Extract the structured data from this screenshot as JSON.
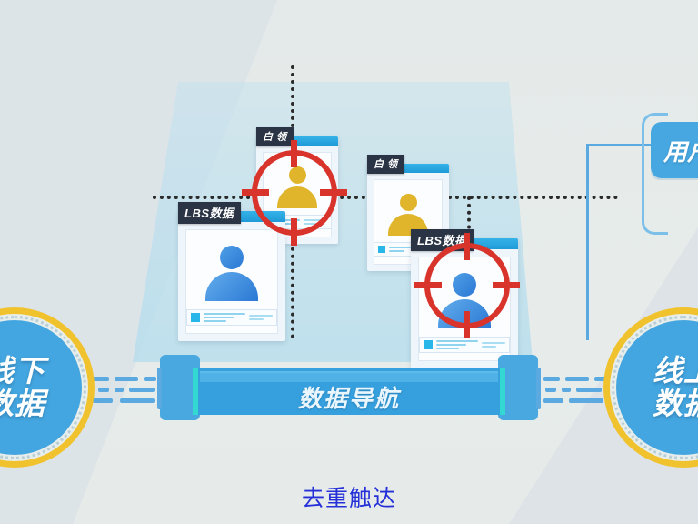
{
  "scene": {
    "caption": "去重触达",
    "accent_blue": "#44a6e0",
    "accent_yellow": "#f0c22e",
    "accent_red": "#d8342c",
    "accent_cyan": "#34d8d2",
    "caption_color": "#2530d8"
  },
  "navbar": {
    "label": "数据导航"
  },
  "badges": [
    {
      "id": "offline",
      "line1": "线下",
      "line2": "数据"
    },
    {
      "id": "online",
      "line1": "线上",
      "line2": "数据"
    }
  ],
  "user_box": {
    "label": "用户"
  },
  "cards": [
    {
      "id": "white-collar-1",
      "tag": "白 领",
      "person_color": "gold",
      "targeted": true
    },
    {
      "id": "white-collar-2",
      "tag": "白 领",
      "person_color": "gold",
      "targeted": false
    },
    {
      "id": "lbs-1",
      "tag": "LBS数据",
      "person_color": "blue",
      "targeted": false
    },
    {
      "id": "lbs-2",
      "tag": "LBS数据",
      "person_color": "blue",
      "targeted": true
    }
  ]
}
